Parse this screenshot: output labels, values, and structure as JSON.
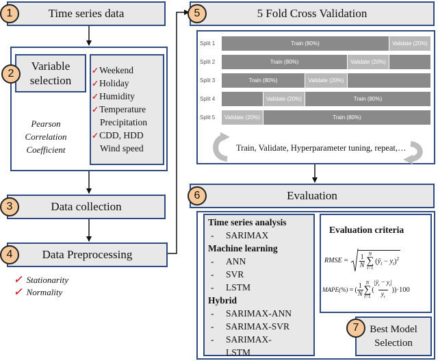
{
  "steps": {
    "s1": {
      "num": "1",
      "label": "Time series data"
    },
    "s2": {
      "num": "2",
      "label_line1": "Variable",
      "label_line2": "selection"
    },
    "s3": {
      "num": "3",
      "label": "Data collection"
    },
    "s4": {
      "num": "4",
      "label": "Data Preprocessing"
    },
    "s5": {
      "num": "5",
      "label": "5 Fold Cross Validation"
    },
    "s6": {
      "num": "6",
      "label": "Evaluation"
    },
    "s7": {
      "num": "7",
      "label_line1": "Best Model",
      "label_line2": "Selection"
    }
  },
  "variables": [
    "Weekend",
    "Holiday",
    "Humidity",
    "Temperature",
    "Precipitation",
    "CDD,  HDD",
    "Wind  speed"
  ],
  "pearson": [
    "Pearson",
    "Correlation",
    "Coefficient"
  ],
  "preprocessing_checks": [
    "Stationarity",
    "Normality"
  ],
  "cv": {
    "splits": [
      {
        "label": "Split 1",
        "segments": [
          {
            "kind": "train",
            "text": "Train (80%)",
            "frac": 0.8
          },
          {
            "kind": "val",
            "text": "Validate (20%)",
            "frac": 0.2
          }
        ]
      },
      {
        "label": "Split 2",
        "segments": [
          {
            "kind": "train",
            "text": "Train (80%)",
            "frac": 0.6
          },
          {
            "kind": "val",
            "text": "Validate (20%)",
            "frac": 0.2
          },
          {
            "kind": "train",
            "text": "",
            "frac": 0.2
          }
        ]
      },
      {
        "label": "Split 3",
        "segments": [
          {
            "kind": "train",
            "text": "Train (80%)",
            "frac": 0.4
          },
          {
            "kind": "val",
            "text": "Validate (20%)",
            "frac": 0.2
          },
          {
            "kind": "train",
            "text": "",
            "frac": 0.4
          }
        ]
      },
      {
        "label": "Split 4",
        "segments": [
          {
            "kind": "train",
            "text": "",
            "frac": 0.2
          },
          {
            "kind": "val",
            "text": "Validate (20%)",
            "frac": 0.2
          },
          {
            "kind": "train",
            "text": "Train (80%)",
            "frac": 0.6
          }
        ]
      },
      {
        "label": "Split 5",
        "segments": [
          {
            "kind": "val",
            "text": "Validate (20%)",
            "frac": 0.2
          },
          {
            "kind": "train",
            "text": "Train (80%)",
            "frac": 0.8
          }
        ]
      }
    ],
    "caption": "Train,  Validate,  Hyperparameter  tuning,  repeat,…"
  },
  "models": {
    "g1": {
      "heading": "Time series analysis",
      "items": [
        "SARIMAX"
      ]
    },
    "g2": {
      "heading": "Machine learning",
      "items": [
        "ANN",
        "SVR",
        "LSTM"
      ]
    },
    "g3": {
      "heading": "Hybrid",
      "items": [
        "SARIMAX-ANN",
        "SARIMAX-SVR",
        "SARIMAX-",
        "LSTM"
      ]
    }
  },
  "criteria": {
    "title": "Evaluation   criteria",
    "rmse_lhs": "RMSE",
    "mape_lhs": "MAPE(%)"
  },
  "colors": {
    "border": "#2f4a80",
    "badge": "#f6c99a",
    "check": "#d23030",
    "train": "#8a8a8a",
    "validate": "#b8b8b8"
  }
}
